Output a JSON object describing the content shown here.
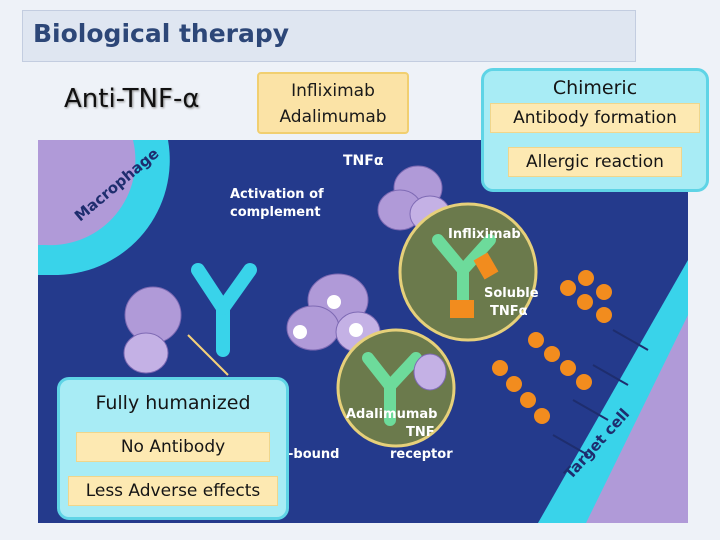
{
  "title": "Biological therapy",
  "anti_tnf_label": "Anti-TNF-α",
  "drugs": [
    "Infliximab",
    "Adalimumab"
  ],
  "chimeric_callout": {
    "heading": "Chimeric",
    "items": [
      "Antibody formation",
      "Allergic reaction"
    ]
  },
  "humanized_callout": {
    "heading": "Fully humanized",
    "items": [
      "No Antibody",
      "Less Adverse effects"
    ]
  },
  "diagram_labels": {
    "macrophage": "Macrophage",
    "tnf_top": "TNFα",
    "activation": "Activation of",
    "complement": "complement",
    "infliximab": "Infliximab",
    "soluble": "Soluble",
    "soluble_tnf": "TNFα",
    "adalimumab": "Adalimumab",
    "tnf_bottom": "TNF",
    "receptor": "receptor",
    "bound": "-bound",
    "target_cell": "Target cell"
  },
  "colors": {
    "background_blue": "#243a8c",
    "callout_cyan": "#a8ecf5",
    "highlight_yellow": "#fde9b2",
    "membrane_cyan": "#39d3ea",
    "cell_lavender": "#b09ad8",
    "antibody_green": "#6ddb9b",
    "tnf_orange": "#f28c1e"
  }
}
